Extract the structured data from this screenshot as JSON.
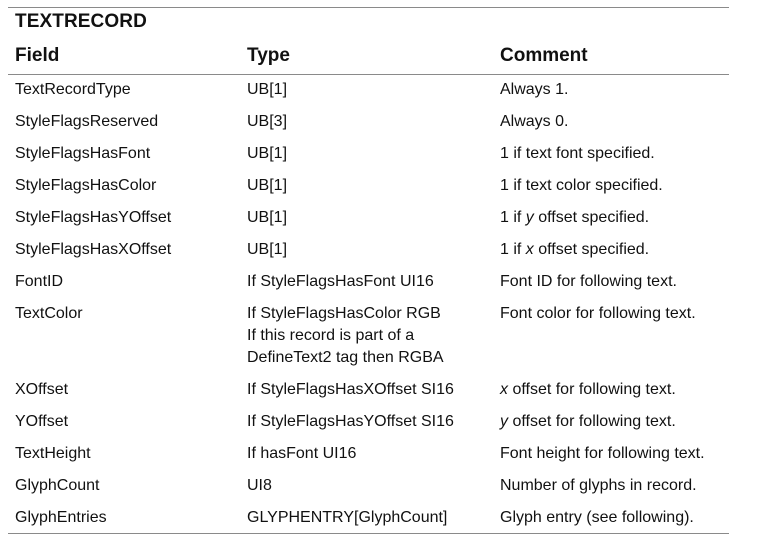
{
  "table": {
    "caption": "TEXTRECORD",
    "headers": {
      "field": "Field",
      "type": "Type",
      "comment": "Comment"
    },
    "rows": [
      {
        "field": "TextRecordType",
        "type": [
          "UB[1]"
        ],
        "comment": "Always 1."
      },
      {
        "field": "StyleFlagsReserved",
        "type": [
          "UB[3]"
        ],
        "comment": "Always 0."
      },
      {
        "field": "StyleFlagsHasFont",
        "type": [
          "UB[1]"
        ],
        "comment": "1 if text font specified."
      },
      {
        "field": "StyleFlagsHasColor",
        "type": [
          "UB[1]"
        ],
        "comment": "1 if text color specified."
      },
      {
        "field": "StyleFlagsHasYOffset",
        "type": [
          "UB[1]"
        ],
        "comment_pre": "1 if ",
        "comment_em": "y",
        "comment_post": " offset specified."
      },
      {
        "field": "StyleFlagsHasXOffset",
        "type": [
          "UB[1]"
        ],
        "comment_pre": "1 if ",
        "comment_em": "x",
        "comment_post": " offset specified."
      },
      {
        "field": "FontID",
        "type": [
          "If StyleFlagsHasFont UI16"
        ],
        "comment": "Font ID for following text."
      },
      {
        "field": "TextColor",
        "type": [
          "If StyleFlagsHasColor RGB",
          "If this record is part of a",
          "DefineText2 tag then RGBA"
        ],
        "comment": "Font color for following text."
      },
      {
        "field": "XOffset",
        "type": [
          "If StyleFlagsHasXOffset SI16"
        ],
        "comment_pre": "",
        "comment_em": "x",
        "comment_post": " offset for following text."
      },
      {
        "field": "YOffset",
        "type": [
          "If StyleFlagsHasYOffset SI16"
        ],
        "comment_pre": "",
        "comment_em": "y",
        "comment_post": " offset for following text."
      },
      {
        "field": "TextHeight",
        "type": [
          "If hasFont UI16"
        ],
        "comment": "Font height for following text."
      },
      {
        "field": "GlyphCount",
        "type": [
          "UI8"
        ],
        "comment": "Number of glyphs in record."
      },
      {
        "field": "GlyphEntries",
        "type": [
          "GLYPHENTRY[GlyphCount]"
        ],
        "comment": "Glyph entry (see following)."
      }
    ]
  }
}
